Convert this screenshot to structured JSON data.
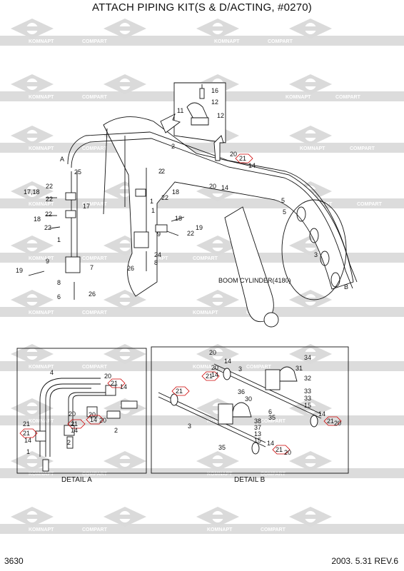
{
  "title": "ATTACH PIPING KIT(S & D/ACTING, #0270)",
  "page_number": "3630",
  "revision": "2003. 5.31  REV.6",
  "detail_a_label": "DETAIL A",
  "detail_b_label": "DETAIL B",
  "boom_cylinder_label": "BOOM CYLINDER(4180)",
  "point_a": "A",
  "point_b": "B",
  "watermark_left": "KOMNAPT",
  "watermark_right": "COMPART",
  "main_numbers": [
    "16",
    "12",
    "11",
    "12",
    "2",
    "2",
    "20",
    "21",
    "14",
    "20",
    "14",
    "25",
    "22",
    "17,18",
    "22",
    "17",
    "18",
    "22",
    "1",
    "18",
    "22",
    "1",
    "22",
    "18",
    "9",
    "22",
    "19",
    "24",
    "8",
    "26",
    "19",
    "9",
    "7",
    "8",
    "6",
    "26",
    "5",
    "3",
    "5",
    "1",
    "2"
  ],
  "detail_a_numbers": [
    "4",
    "20",
    "21",
    "14",
    "20",
    "21",
    "14",
    "20",
    "21",
    "14",
    "20",
    "21",
    "14",
    "2",
    "1",
    "2"
  ],
  "detail_b_numbers": [
    "20",
    "14",
    "21",
    "20",
    "3",
    "34",
    "31",
    "32",
    "14",
    "21",
    "36",
    "30",
    "33",
    "33",
    "15",
    "6",
    "38",
    "37",
    "13",
    "15",
    "35",
    "3",
    "14",
    "21",
    "20",
    "14",
    "21",
    "20",
    "35"
  ]
}
